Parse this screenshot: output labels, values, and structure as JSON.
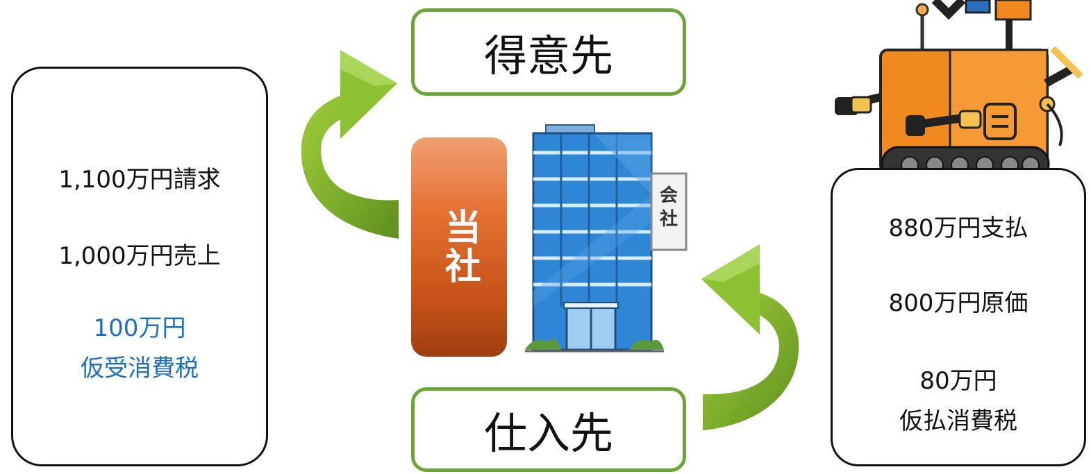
{
  "left_panel": {
    "billing": "1,100万円請求",
    "sales": "1,000万円売上",
    "tax_amount": "100万円",
    "tax_label": "仮受消費税"
  },
  "right_panel": {
    "payment": "880万円支払",
    "cost": "800万円原価",
    "tax_amount": "80万円",
    "tax_label": "仮払消費税"
  },
  "customer": "得意先",
  "supplier": "仕入先",
  "company": "当社",
  "building_sign": "会社",
  "colors": {
    "arrow_green": "#7fb32c",
    "box_border_green": "#6aa636",
    "company_orange": "#e47032",
    "tax_blue": "#1a6fc2",
    "building_blue": "#2e86d4"
  }
}
